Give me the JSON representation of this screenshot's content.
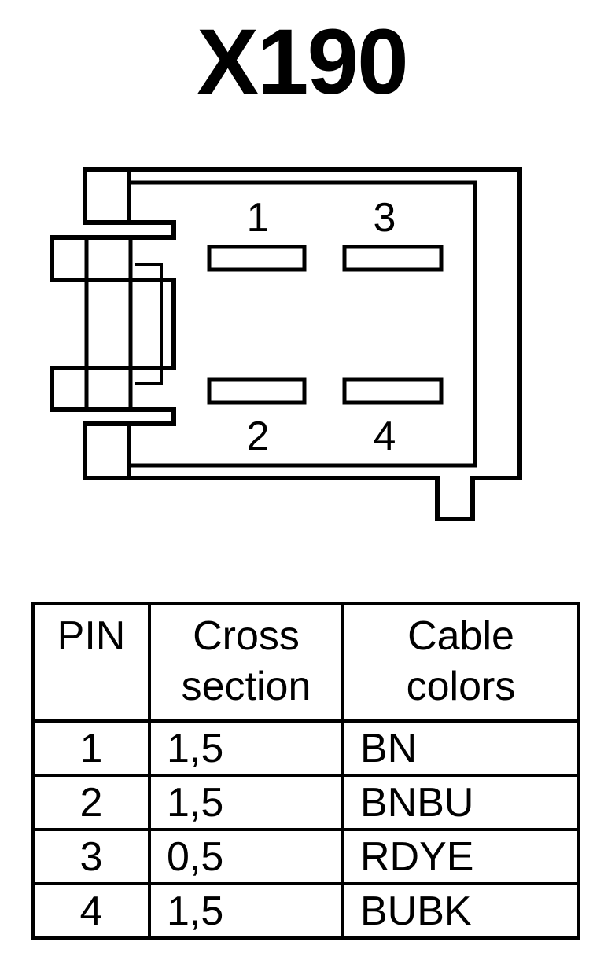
{
  "title": "X190",
  "pin_labels": [
    "1",
    "2",
    "3",
    "4"
  ],
  "table": {
    "headers": {
      "pin": [
        "PIN"
      ],
      "cross_section": [
        "Cross",
        "section"
      ],
      "cable_colors": [
        "Cable",
        "colors"
      ]
    },
    "rows": [
      {
        "pin": "1",
        "cross_section": "1,5",
        "cable_color": "BN"
      },
      {
        "pin": "2",
        "cross_section": "1,5",
        "cable_color": "BNBU"
      },
      {
        "pin": "3",
        "cross_section": "0,5",
        "cable_color": "RDYE"
      },
      {
        "pin": "4",
        "cross_section": "1,5",
        "cable_color": "BUBK"
      }
    ]
  }
}
